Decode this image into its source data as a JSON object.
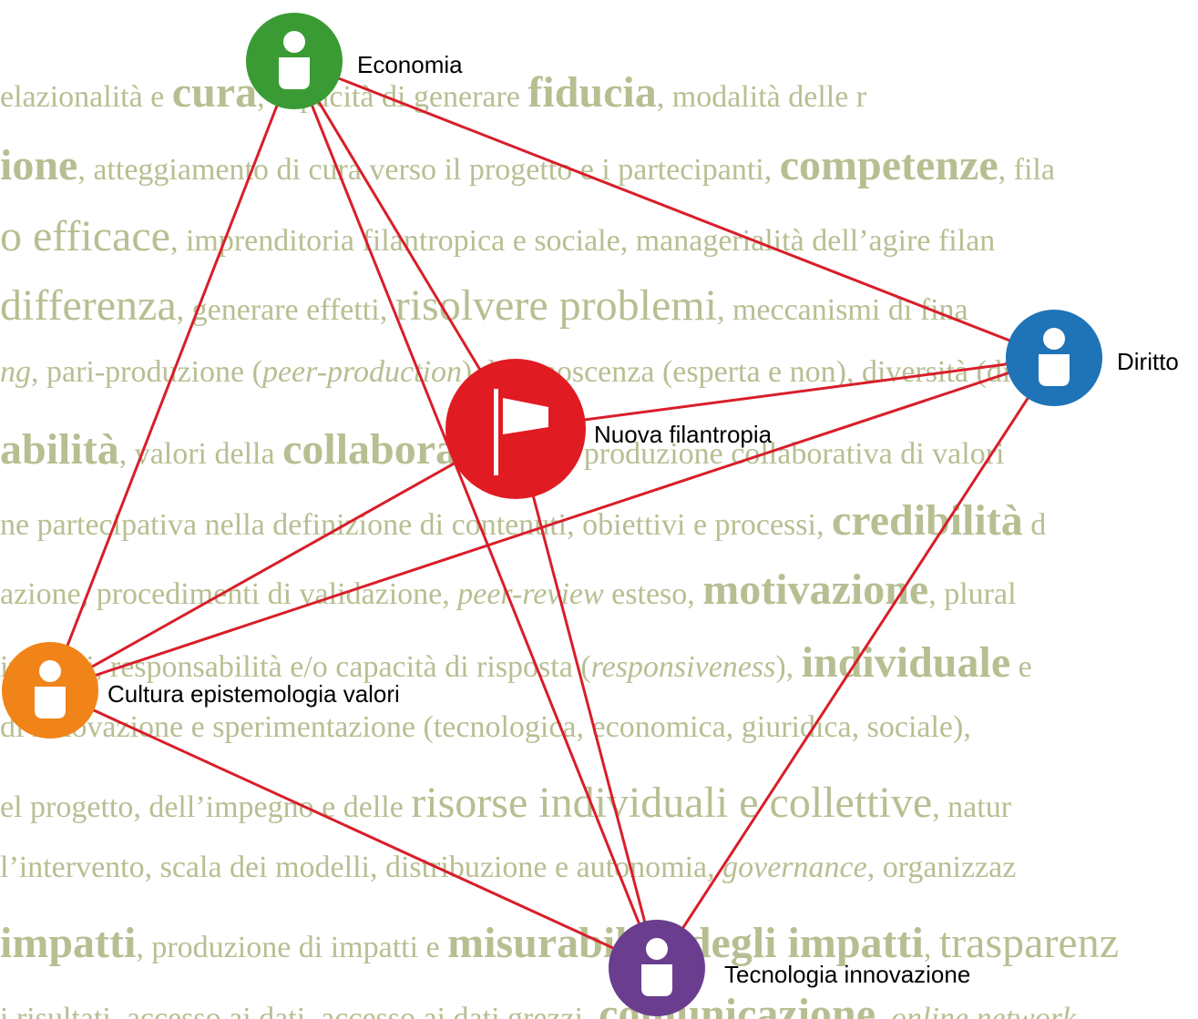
{
  "colors": {
    "background_text": "#b7bf92",
    "edge": "#d81e2a",
    "economia": "#3a9b35",
    "diritto": "#1f73b7",
    "cultura": "#f08419",
    "tecnologia": "#6a3d8f",
    "nuova": "#e11b22"
  },
  "background_lines": [
    [
      {
        "t": "elazionalità e ",
        "s": "s"
      },
      {
        "t": "cura",
        "s": "b"
      },
      {
        "t": ", capacità di generare ",
        "s": "s"
      },
      {
        "t": "fiducia",
        "s": "b"
      },
      {
        "t": ", modalità delle r",
        "s": "s"
      }
    ],
    [
      {
        "t": "ione",
        "s": "b"
      },
      {
        "t": ", atteggiamento di cura verso il progetto e i partecipanti, ",
        "s": "s"
      },
      {
        "t": "competenze",
        "s": "b"
      },
      {
        "t": ", fila",
        "s": "s"
      }
    ],
    [
      {
        "t": "o efficace",
        "s": "l"
      },
      {
        "t": ", imprenditoria filantropica e sociale, managerialità dell’agire filan",
        "s": "s"
      }
    ],
    [
      {
        "t": "differenza",
        "s": "l"
      },
      {
        "t": ", generare effetti, ",
        "s": "s"
      },
      {
        "t": "risolvere problemi",
        "s": "l"
      },
      {
        "t": ", meccanismi di fina",
        "s": "s"
      }
    ],
    [
      {
        "t": "ng",
        "s": "i"
      },
      {
        "t": ", pari-produzione (",
        "s": "s"
      },
      {
        "t": "peer-production",
        "s": "i"
      },
      {
        "t": ") di conoscenza (esperta e non), diversità (diff",
        "s": "s"
      }
    ],
    [
      {
        "t": "abilità",
        "s": "b"
      },
      {
        "t": ", valori della ",
        "s": "s"
      },
      {
        "t": "collaborazione",
        "s": "b"
      },
      {
        "t": " e produzione collaborativa di valori",
        "s": "s"
      }
    ],
    [
      {
        "t": "ne partecipativa nella definizione di contenuti, obiettivi e processi, ",
        "s": "s"
      },
      {
        "t": "credibilità",
        "s": "b"
      },
      {
        "t": " d",
        "s": "s"
      }
    ],
    [
      {
        "t": "azione, procedimenti di validazione, ",
        "s": "s"
      },
      {
        "t": "peer-review",
        "s": "i"
      },
      {
        "t": " esteso, ",
        "s": "s"
      },
      {
        "t": "motivazione",
        "s": "b"
      },
      {
        "t": ", plural",
        "s": "s"
      }
    ],
    [
      {
        "t": "ividuali, responsabilità e/o capacità di risposta (",
        "s": "s"
      },
      {
        "t": "responsiveness",
        "s": "i"
      },
      {
        "t": "), ",
        "s": "s"
      },
      {
        "t": "individuale",
        "s": "b"
      },
      {
        "t": " e",
        "s": "s"
      }
    ],
    [
      {
        "t": "di innovazione e sperimentazione (tecnologica, economica, giuridica, sociale), ",
        "s": "s"
      }
    ],
    [
      {
        "t": "el progetto, dell’impegno e delle ",
        "s": "s"
      },
      {
        "t": "risorse individuali e collettive",
        "s": "l"
      },
      {
        "t": ", natur",
        "s": "s"
      }
    ],
    [
      {
        "t": "l’intervento, scala dei modelli, distribuzione e autonomia, ",
        "s": "s"
      },
      {
        "t": "governance",
        "s": "i"
      },
      {
        "t": ", organizzaz",
        "s": "s"
      }
    ],
    [
      {
        "t": " impatti",
        "s": "b"
      },
      {
        "t": ", produzione di impatti e ",
        "s": "s"
      },
      {
        "t": "misurabilità degli impatti",
        "s": "b"
      },
      {
        "t": ", ",
        "s": "s"
      },
      {
        "t": "trasparenz",
        "s": "l"
      }
    ],
    [
      {
        "t": "i risultati, accesso ai dati, accesso ai dati grezzi, ",
        "s": "s"
      },
      {
        "t": "comunicazione",
        "s": "b"
      },
      {
        "t": ", ",
        "s": "s"
      },
      {
        "t": "online network",
        "s": "i"
      }
    ]
  ],
  "nodes": [
    {
      "id": "economia",
      "label": "Economia",
      "icon": "person-icon"
    },
    {
      "id": "diritto",
      "label": "Diritto",
      "icon": "person-icon"
    },
    {
      "id": "cultura",
      "label": "Cultura epistemologia valori",
      "icon": "person-icon"
    },
    {
      "id": "tecnologia",
      "label": "Tecnologia innovazione",
      "icon": "person-icon"
    },
    {
      "id": "nuova",
      "label": "Nuova filantropia",
      "icon": "flag-icon"
    }
  ],
  "edges": [
    [
      "economia",
      "diritto"
    ],
    [
      "economia",
      "cultura"
    ],
    [
      "economia",
      "tecnologia"
    ],
    [
      "economia",
      "nuova"
    ],
    [
      "diritto",
      "cultura"
    ],
    [
      "diritto",
      "tecnologia"
    ],
    [
      "diritto",
      "nuova"
    ],
    [
      "cultura",
      "tecnologia"
    ],
    [
      "cultura",
      "nuova"
    ],
    [
      "nuova",
      "tecnologia"
    ]
  ]
}
